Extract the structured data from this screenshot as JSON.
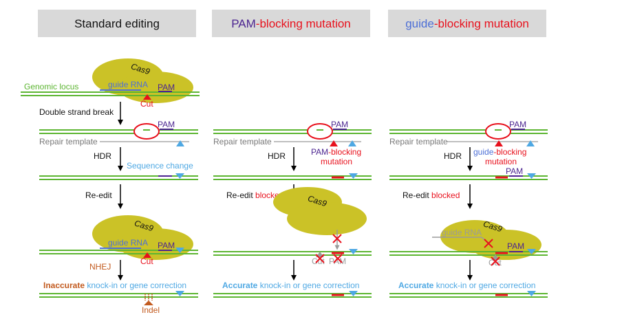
{
  "colors": {
    "header_bg": "#d9d9d9",
    "dna_green": "#5cb531",
    "cas9_fill": "#cbc227",
    "red": "#e8101c",
    "purple": "#4b2490",
    "blue": "#4d6fd6",
    "light_blue": "#4ea8e3",
    "orange": "#c25a1e",
    "gray": "#9a9a9a",
    "dark_blue_text": "#1f3bbf"
  },
  "panels": [
    {
      "header": {
        "prefix": "",
        "prefix_color": "",
        "suffix": "Standard editing"
      },
      "labels": {
        "genomic_locus": "Genomic locus",
        "cas9": "Cas9",
        "guide_rna": "guide RNA",
        "pam": "PAM",
        "cut": "Cut",
        "double_strand_break": "Double strand break",
        "pam2": "PAM",
        "repair_template": "Repair template",
        "hdr": "HDR",
        "sequence_change": "Sequence change",
        "re_edit": "Re-edit",
        "cas9_b": "Cas9",
        "guide_rna_b": "guide RNA",
        "pam_b": "PAM",
        "cut_b": "Cut",
        "nhej": "NHEJ",
        "outcome_bold": "Inaccurate",
        "outcome_rest": " knock-in or gene correction",
        "indel": "Indel"
      }
    },
    {
      "header": {
        "prefix": "PAM",
        "prefix_color": "purple",
        "suffix": "-blocking mutation"
      },
      "labels": {
        "pam": "PAM",
        "repair_template": "Repair template",
        "hdr": "HDR",
        "mut_line1_a": "PAM",
        "mut_line1_b": "-blocking",
        "mut_line2": "mutation",
        "re_edit": "Re-edit ",
        "blocked": "blocked",
        "cas9": "Cas9",
        "cut": "Cut",
        "pam_x": "PAM",
        "outcome_bold": "Accurate",
        "outcome_rest": " knock-in or gene correction"
      }
    },
    {
      "header": {
        "prefix": "guide",
        "prefix_color": "blue",
        "suffix": "-blocking mutation"
      },
      "labels": {
        "pam": "PAM",
        "repair_template": "Repair template",
        "hdr": "HDR",
        "mut_line1_a": "guide",
        "mut_line1_b": "-blocking",
        "mut_line2": "mutation",
        "pam2": "PAM",
        "re_edit": "Re-edit ",
        "blocked": "blocked",
        "guide_rna": "guide RNA",
        "cas9": "Cas9",
        "pam3": "PAM",
        "cut": "Cut",
        "outcome_bold": "Accurate",
        "outcome_rest": " knock-in or gene correction"
      }
    }
  ]
}
